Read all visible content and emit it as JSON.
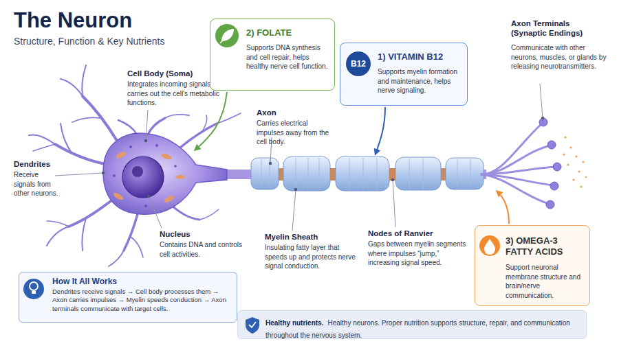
{
  "diagram": {
    "title": "The Neuron",
    "nodes": [
      {
        "text": [
          "2) FOLATE",
          "Supports DNA synthesis and cell repair, helps healthy nerve cell function."
        ]
      },
      {
        "text": [
          "1) VITAMIN B12",
          "Supports myelin formation and maintenance, helps nerve signaling."
        ]
      },
      {
        "text": [
          "B12"
        ],
        "in": 1
      },
      {
        "text": [
          "3) OMEGA-3 FATTY ACIDS",
          "Support neuronal membrane structure and brain/nerve communication."
        ]
      },
      {
        "text": [
          "How It All Works",
          "Dendrites receive signals → Cell body processes them → Axon carries impulses → Myelin speeds conduction → Axon terminals communicate with target cells."
        ]
      },
      {
        "text": [
          "Healthy nutrients.",
          "Healthy neurons. Proper nutrition supports structure, repair, and communication throughout the nervous system."
        ]
      }
    ],
    "labels": [
      "Structure, Function & Key Nutrients",
      "Cell Body (Soma)",
      "Integrates incoming signals and carries out the cell's metabolic functions.",
      "Dendrites",
      "Receive signals from other neurons.",
      "Nucleus",
      "Contains DNA and controls cell activities.",
      "Axon",
      "Carries electrical impulses away from the cell body.",
      "Myelin Sheath",
      "Insulating fatty layer that speeds up and protects nerve signal conduction.",
      "Nodes of Ranvier",
      "Gaps between myelin segments where impulses “jump,” increasing signal speed.",
      "Axon Terminals (Synaptic Endings)",
      "Communicate with other neurons, muscles, or glands by releasing neurotransmitters."
    ]
  }
}
